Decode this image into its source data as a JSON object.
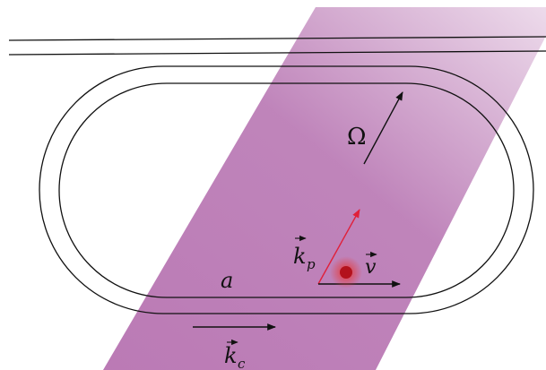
{
  "labels": {
    "omega": "Ω",
    "a": "a",
    "kp": "k",
    "kp_sub": "p",
    "v": "v",
    "kc": "k",
    "kc_sub": "c"
  },
  "colors": {
    "band_dark": "#b06aab",
    "band_light": "#e6cde4",
    "line": "#111111",
    "kp_arrow": "#e0203a",
    "particle_core": "#b3121c",
    "particle_glow": "#e43a3a"
  }
}
